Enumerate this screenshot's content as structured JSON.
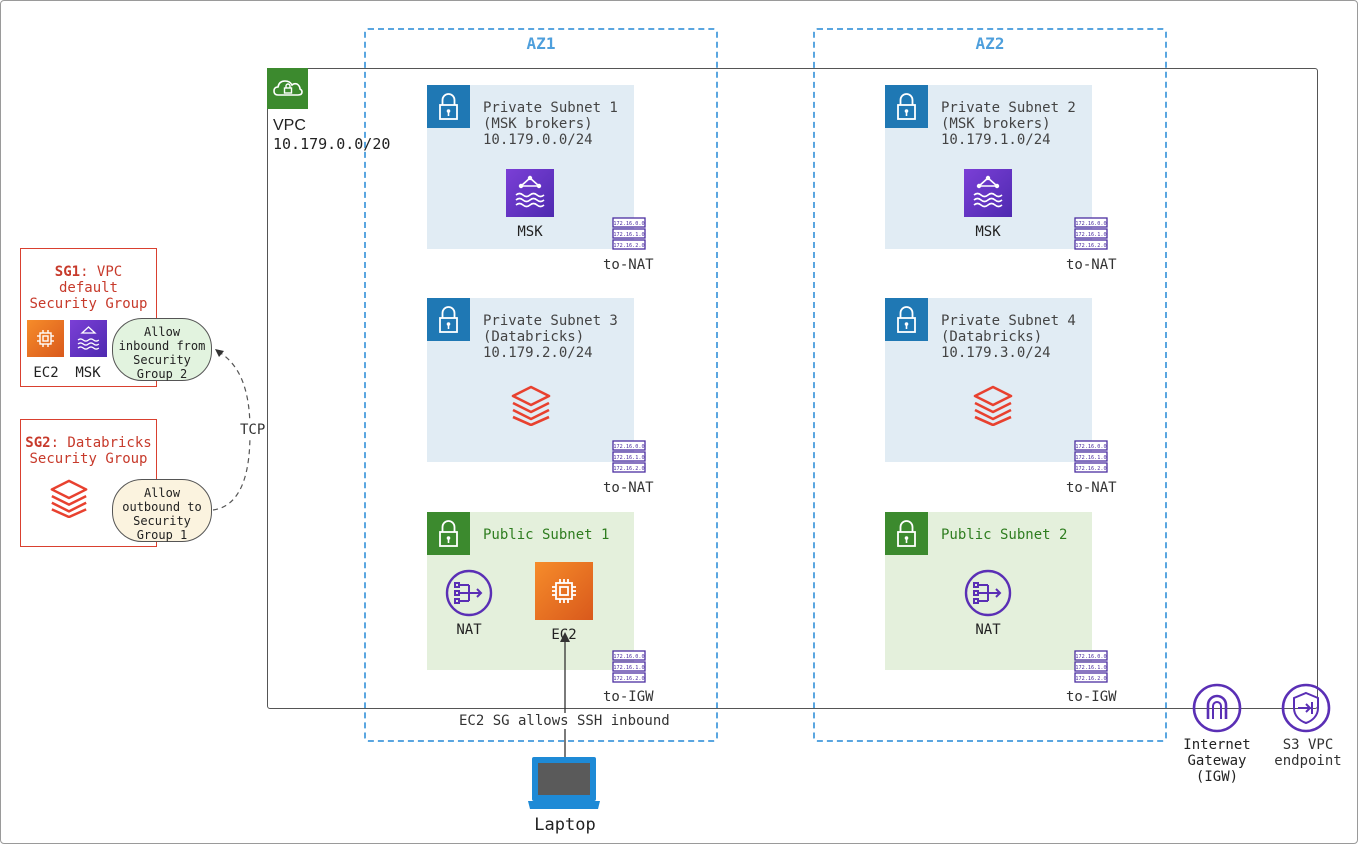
{
  "az1": {
    "label": "AZ1"
  },
  "az2": {
    "label": "AZ2"
  },
  "vpc": {
    "label": "VPC",
    "cidr": "10.179.0.0/20"
  },
  "subnets": {
    "priv1": {
      "name": "Private Subnet 1",
      "desc": "(MSK brokers)",
      "cidr": "10.179.0.0/24",
      "service": "MSK",
      "route": "to-NAT"
    },
    "priv2": {
      "name": "Private Subnet 2",
      "desc": "(MSK brokers)",
      "cidr": "10.179.1.0/24",
      "service": "MSK",
      "route": "to-NAT"
    },
    "priv3": {
      "name": "Private Subnet 3",
      "desc": "(Databricks)",
      "cidr": "10.179.2.0/24",
      "route": "to-NAT"
    },
    "priv4": {
      "name": "Private Subnet 4",
      "desc": "(Databricks)",
      "cidr": "10.179.3.0/24",
      "route": "to-NAT"
    },
    "pub1": {
      "name": "Public Subnet 1",
      "nat": "NAT",
      "ec2": "EC2",
      "route": "to-IGW"
    },
    "pub2": {
      "name": "Public Subnet 2",
      "nat": "NAT",
      "route": "to-IGW"
    }
  },
  "route_table_rows": [
    "172.16.0.0",
    "172.16.1.0",
    "172.16.2.0"
  ],
  "sg1": {
    "title_bold": "SG1",
    "title_rest": ": VPC",
    "title_line2": "default",
    "title_line3": "Security Group",
    "ec2": "EC2",
    "msk": "MSK",
    "rule": [
      "Allow",
      "inbound from",
      "Security",
      "Group 2"
    ]
  },
  "sg2": {
    "title_bold": "SG2",
    "title_rest": ": Databricks",
    "title_line2": "Security Group",
    "rule": [
      "Allow",
      "outbound to",
      "Security",
      "Group 1"
    ]
  },
  "tcp_label": "TCP",
  "ssh_label": "EC2 SG allows SSH inbound",
  "laptop_label": "Laptop",
  "igw": [
    "Internet",
    "Gateway",
    "(IGW)"
  ],
  "s3": [
    "S3 VPC",
    "endpoint"
  ],
  "colors": {
    "az": "#5aa6e0",
    "private_subnet": "#e1ecf4",
    "public_subnet": "#e4f0dc",
    "sg_border": "#d9402f",
    "msk": "#6a35c9",
    "ec2": "#e8731f",
    "databricks": "#e8412f",
    "igw": "#5a2fb5"
  }
}
